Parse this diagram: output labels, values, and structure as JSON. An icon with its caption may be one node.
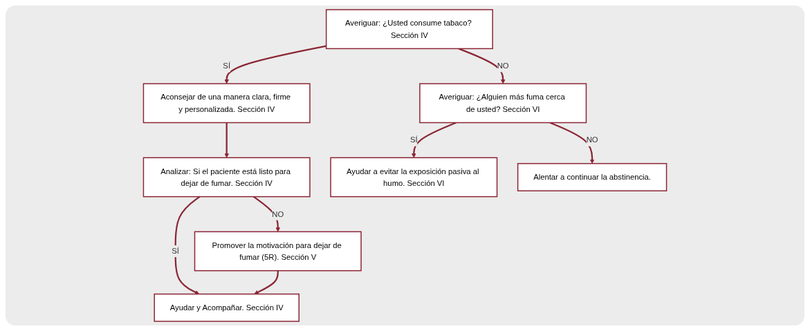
{
  "diagram": {
    "nodes": [
      {
        "text": [
          "Averiguar: ¿Usted consume tabaco? Sección IV"
        ]
      },
      {
        "text": [
          "Aconsejar de una manera clara, firme y personalizada. Sección IV"
        ]
      },
      {
        "text": [
          "Averiguar: ¿Alguien más fuma cerca de usted? Sección VI"
        ]
      },
      {
        "text": [
          "Analizar: Si el paciente está listo para dejar de fumar. Sección IV"
        ]
      },
      {
        "text": [
          "Ayudar y Acompañar. Sección IV"
        ]
      },
      {
        "text": [
          "Promover la motivación para dejar de fumar (5R). Sección V"
        ]
      },
      {
        "text": [
          "Ayudar a evitar la exposición pasiva al humo. Sección VI"
        ]
      },
      {
        "text": [
          "Alentar a continuar la abstinencia."
        ]
      }
    ],
    "edges": [
      {
        "from": 0,
        "to": 1,
        "arrow": "to",
        "label": "SÍ"
      },
      {
        "from": 0,
        "to": 2,
        "arrow": "to",
        "label": "NO"
      },
      {
        "from": 1,
        "to": 3,
        "arrow": "to"
      },
      {
        "from": 3,
        "to": 4,
        "arrow": "to",
        "label": "SÍ"
      },
      {
        "from": 3,
        "to": 5,
        "arrow": "to",
        "label": "NO"
      },
      {
        "from": 5,
        "to": 4,
        "arrow": "to"
      },
      {
        "from": 2,
        "to": 6,
        "arrow": "to",
        "label": "SÍ"
      },
      {
        "from": 2,
        "to": 7,
        "arrow": "to",
        "label": "NO"
      }
    ]
  }
}
